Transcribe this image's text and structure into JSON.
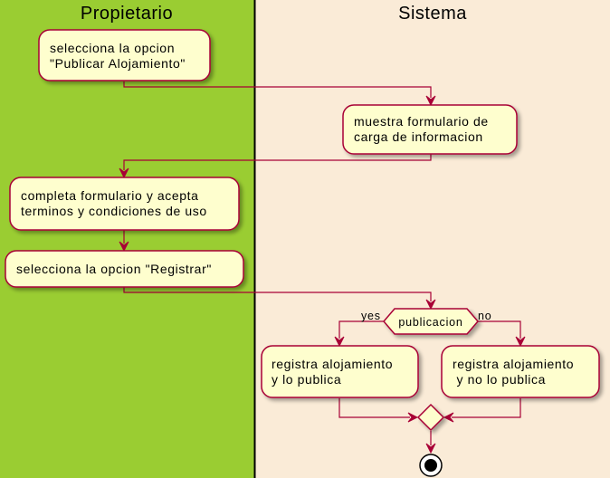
{
  "lanes": {
    "left": {
      "title": "Propietario",
      "color": "#9ACD32"
    },
    "right": {
      "title": "Sistema",
      "color": "#FAEBD7"
    }
  },
  "nodes": {
    "n1": {
      "lines": [
        "selecciona la opcion",
        "\"Publicar Alojamiento\""
      ]
    },
    "n2": {
      "lines": [
        "muestra formulario de",
        "carga de informacion"
      ]
    },
    "n3": {
      "lines": [
        "completa formulario y acepta",
        "terminos y condiciones de uso"
      ]
    },
    "n4": {
      "lines": [
        "selecciona la opcion \"Registrar\""
      ]
    },
    "decision": {
      "label": "publicacion",
      "yes": "yes",
      "no": "no"
    },
    "n5": {
      "lines": [
        "registra alojamiento",
        "y lo publica"
      ]
    },
    "n6": {
      "lines": [
        "registra alojamiento",
        " y no lo publica"
      ]
    }
  },
  "colors": {
    "node_fill": "#FEFECE",
    "node_border": "#A80036",
    "arrow": "#A80036"
  }
}
